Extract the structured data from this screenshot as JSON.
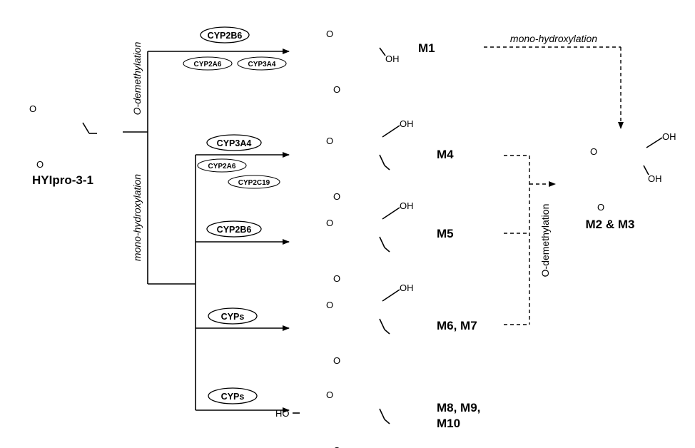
{
  "parent_label": "HYIpro-3-1",
  "metabolites": {
    "m1": "M1",
    "m23": "M2 & M3",
    "m4": "M4",
    "m5": "M5",
    "m67": "M6, M7",
    "m8910_line1": "M8, M9,",
    "m8910_line2": "M10"
  },
  "reactions": {
    "odemethylation": "O-demethylation",
    "monohydroxylation": "mono-hydroxylation"
  },
  "enzymes": {
    "m1_major": "CYP2B6",
    "m1_minor": [
      "CYP2A6",
      "CYP3A4"
    ],
    "m4_major": "CYP3A4",
    "m4_minor": [
      "CYP2A6",
      "CYP2C19"
    ],
    "m5_major": "CYP2B6",
    "m67_major": "CYPs",
    "m8910_major": "CYPs"
  },
  "atoms": {
    "oxygen": "O",
    "hydroxyl": "OH",
    "hydroxyl_left": "HO"
  }
}
